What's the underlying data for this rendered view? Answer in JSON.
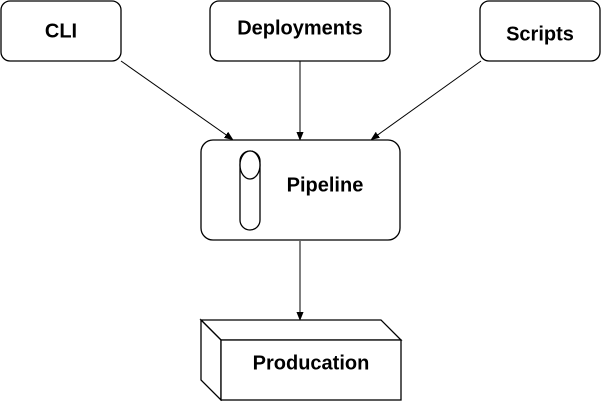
{
  "nodes": {
    "cli": {
      "label": "CLI"
    },
    "deployments": {
      "label": "Deployments"
    },
    "scripts": {
      "label": "Scripts"
    },
    "pipeline": {
      "label": "Pipeline"
    },
    "production": {
      "label": "Producation"
    }
  },
  "edges": [
    {
      "from": "CLI",
      "to": "Pipeline"
    },
    {
      "from": "Deployments",
      "to": "Pipeline"
    },
    {
      "from": "Scripts",
      "to": "Pipeline"
    },
    {
      "from": "Pipeline",
      "to": "Producation"
    }
  ],
  "colors": {
    "stroke": "#000000",
    "fill": "#ffffff",
    "text": "#000000"
  }
}
